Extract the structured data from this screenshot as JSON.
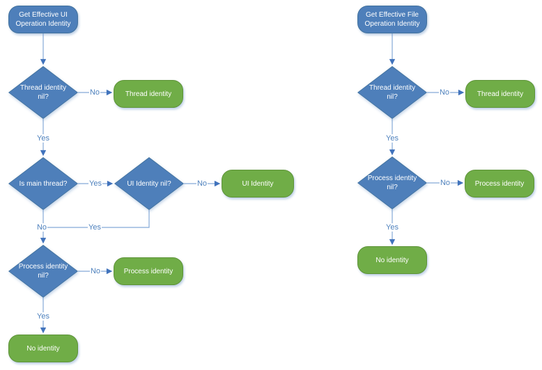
{
  "colors": {
    "process_fill": "#4e7fba",
    "process_border": "#41719c",
    "result_fill": "#70ad47",
    "result_border": "#5e9338",
    "connector": "#84a9d7",
    "arrowhead": "#4173bc",
    "edge_label": "#4e81bd",
    "node_text": "#ffffff"
  },
  "left_flow": {
    "start_label": "Get Effective UI Operation Identity",
    "decision_thread": "Thread identity nil?",
    "decision_main_thread": "Is main thread?",
    "decision_ui": "UI Identity nil?",
    "decision_process": "Process identity nil?",
    "result_thread": "Thread identity",
    "result_ui": "UI Identity",
    "result_process": "Process identity",
    "result_none": "No identity",
    "edge_thread_no": "No",
    "edge_thread_yes": "Yes",
    "edge_main_yes": "Yes",
    "edge_ui_no": "No",
    "edge_main_no": "No",
    "edge_ui_yes": "Yes",
    "edge_process_no": "No",
    "edge_process_yes": "Yes"
  },
  "right_flow": {
    "start_label": "Get Effective File Operation Identity",
    "decision_thread": "Thread identity nil?",
    "decision_process": "Process identity nil?",
    "result_thread": "Thread identity",
    "result_process": "Process identity",
    "result_none": "No identity",
    "edge_thread_no": "No",
    "edge_thread_yes": "Yes",
    "edge_process_no": "No",
    "edge_process_yes": "Yes"
  }
}
